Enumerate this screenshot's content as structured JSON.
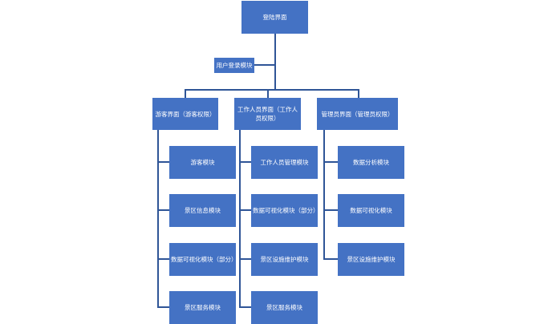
{
  "root": {
    "label": "登陆界面"
  },
  "login_module": {
    "label": "用户登录模块"
  },
  "branches": [
    {
      "label": "游客界面（游客权限）",
      "children": [
        "游客模块",
        "景区信息模块",
        "数据可视化模块（部分）",
        "景区服务模块"
      ]
    },
    {
      "label": "工作人员界面（工作人员权限）",
      "children": [
        "工作人员管理模块",
        "数据可视化模块（部分）",
        "景区设施维护模块",
        "景区服务模块"
      ]
    },
    {
      "label": "管理员界面（管理员权限）",
      "children": [
        "数据分析模块",
        "数据可视化模块",
        "景区设施维护模块"
      ]
    }
  ],
  "colors": {
    "node_fill": "#4472c4",
    "connector": "#2f5597",
    "text": "#ffffff"
  }
}
